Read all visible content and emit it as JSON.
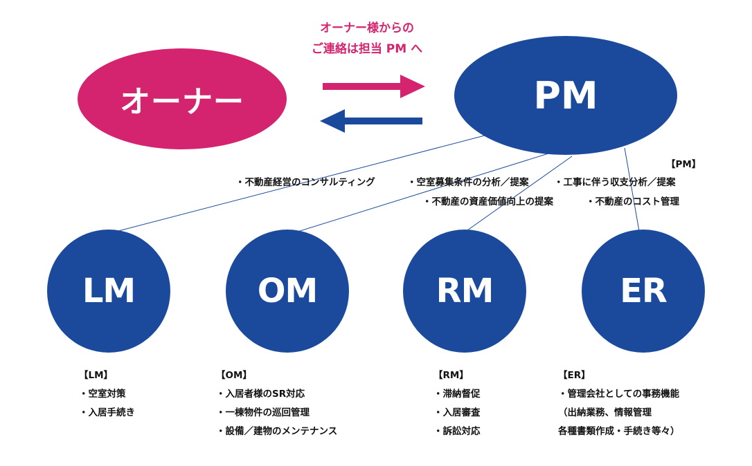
{
  "owner": {
    "label": "オーナー"
  },
  "pm": {
    "label": "PM"
  },
  "caption": {
    "line1": "オーナー様からの",
    "line2": "ご連絡は担当 PM へ"
  },
  "colors": {
    "owner": "#d4246f",
    "pm": "#1b4a9c"
  },
  "pm_duties": {
    "heading": "【PM】",
    "items": [
      "・不動産経営のコンサルティング",
      "・空室募集条件の分析／提案",
      "・工事に伴う収支分析／提案",
      "・不動産の資産価値向上の提案",
      "・不動産のコスト管理"
    ]
  },
  "roles": [
    {
      "label": "LM",
      "heading": "【LM】",
      "items": [
        "・空室対策",
        "・入居手続き"
      ]
    },
    {
      "label": "OM",
      "heading": "【OM】",
      "items": [
        "・入居者様のSR対応",
        "・一棟物件の巡回管理",
        "・設備／建物のメンテナンス"
      ]
    },
    {
      "label": "RM",
      "heading": "【RM】",
      "items": [
        "・滞納督促",
        "・入居審査",
        "・訴訟対応"
      ]
    },
    {
      "label": "ER",
      "heading": "【ER】",
      "items": [
        "・管理会社としての事務機能",
        "（出納業務、情報管理",
        "各種書類作成・手続き等々）"
      ]
    }
  ]
}
